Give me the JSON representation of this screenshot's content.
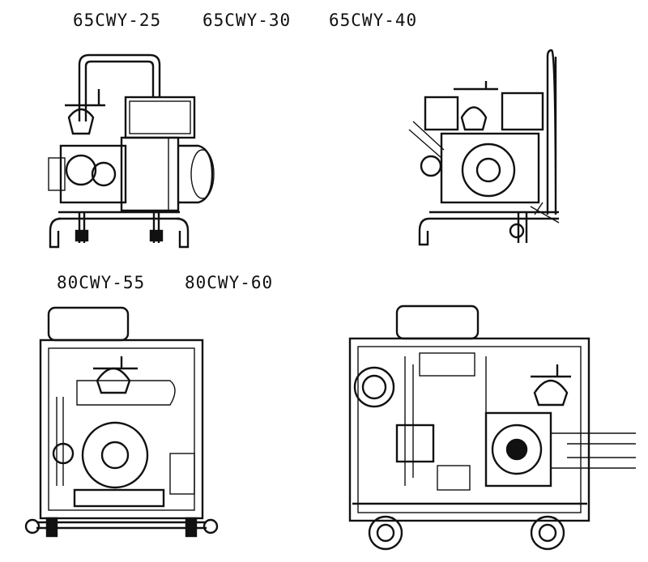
{
  "top_models": [
    "65CWY-25",
    "65CWY-30",
    "65CWY-40"
  ],
  "bottom_models": [
    "80CWY-55",
    "80CWY-60"
  ]
}
